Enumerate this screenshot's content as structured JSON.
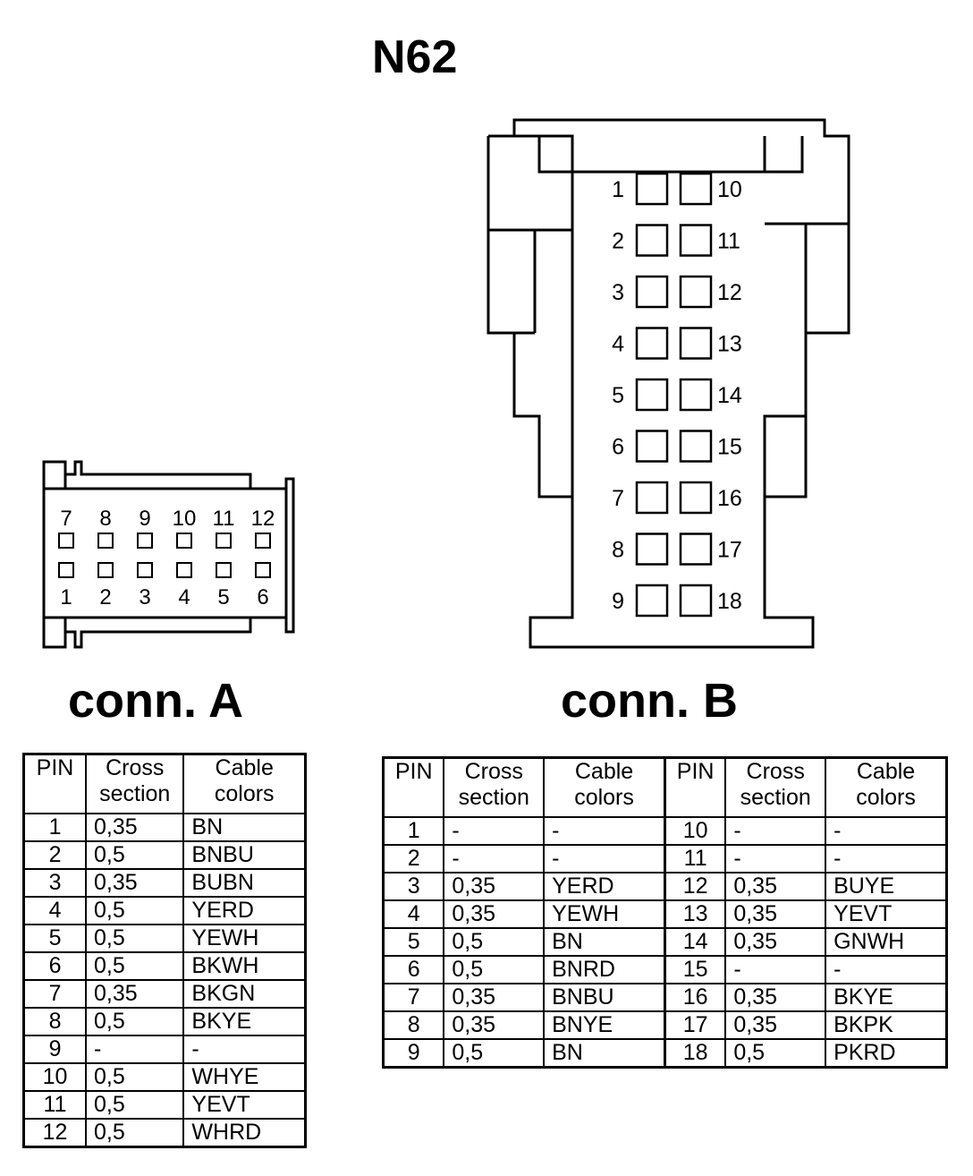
{
  "title": "N62",
  "connector_a": {
    "label": "conn. A",
    "pins_top": [
      "7",
      "8",
      "9",
      "10",
      "11",
      "12"
    ],
    "pins_bottom": [
      "1",
      "2",
      "3",
      "4",
      "5",
      "6"
    ]
  },
  "connector_b": {
    "label": "conn. B",
    "pins_left": [
      "1",
      "2",
      "3",
      "4",
      "5",
      "6",
      "7",
      "8",
      "9"
    ],
    "pins_right": [
      "10",
      "11",
      "12",
      "13",
      "14",
      "15",
      "16",
      "17",
      "18"
    ]
  },
  "table_headers": {
    "pin": "PIN",
    "cross_section_1": "Cross",
    "cross_section_2": "section",
    "cable_colors_1": "Cable",
    "cable_colors_2": "colors"
  },
  "table_a": [
    [
      "1",
      "0,35",
      "BN"
    ],
    [
      "2",
      "0,5",
      "BNBU"
    ],
    [
      "3",
      "0,35",
      "BUBN"
    ],
    [
      "4",
      "0,5",
      "YERD"
    ],
    [
      "5",
      "0,5",
      "YEWH"
    ],
    [
      "6",
      "0,5",
      "BKWH"
    ],
    [
      "7",
      "0,35",
      "BKGN"
    ],
    [
      "8",
      "0,5",
      "BKYE"
    ],
    [
      "9",
      "-",
      "-"
    ],
    [
      "10",
      "0,5",
      "WHYE"
    ],
    [
      "11",
      "0,5",
      "YEVT"
    ],
    [
      "12",
      "0,5",
      "WHRD"
    ]
  ],
  "table_b": [
    [
      "1",
      "-",
      "-",
      "10",
      "-",
      "-"
    ],
    [
      "2",
      "-",
      "-",
      "11",
      "-",
      "-"
    ],
    [
      "3",
      "0,35",
      "YERD",
      "12",
      "0,35",
      "BUYE"
    ],
    [
      "4",
      "0,35",
      "YEWH",
      "13",
      "0,35",
      "YEVT"
    ],
    [
      "5",
      "0,5",
      "BN",
      "14",
      "0,35",
      "GNWH"
    ],
    [
      "6",
      "0,5",
      "BNRD",
      "15",
      "-",
      "-"
    ],
    [
      "7",
      "0,35",
      "BNBU",
      "16",
      "0,35",
      "BKYE"
    ],
    [
      "8",
      "0,35",
      "BNYE",
      "17",
      "0,35",
      "BKPK"
    ],
    [
      "9",
      "0,5",
      "BN",
      "18",
      "0,5",
      "PKRD"
    ]
  ]
}
